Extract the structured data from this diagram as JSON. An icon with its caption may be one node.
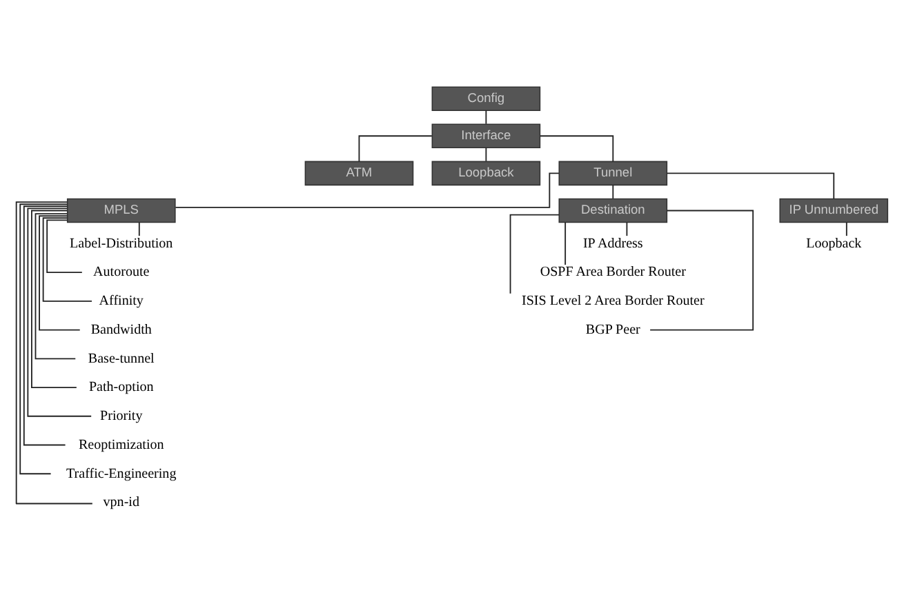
{
  "diagram": {
    "nodes": [
      {
        "text": [
          "Config"
        ]
      },
      {
        "text": [
          "Interface"
        ]
      },
      {
        "text": [
          "ATM"
        ]
      },
      {
        "text": [
          "Loopback"
        ]
      },
      {
        "text": [
          "Tunnel"
        ]
      },
      {
        "text": [
          "MPLS"
        ]
      },
      {
        "text": [
          "Destination"
        ]
      },
      {
        "text": [
          "IP Unnumbered"
        ]
      },
      {
        "text": [
          "Label-Distribution"
        ]
      },
      {
        "text": [
          "Autoroute"
        ]
      },
      {
        "text": [
          "Affinity"
        ]
      },
      {
        "text": [
          "Bandwidth"
        ]
      },
      {
        "text": [
          "Base-tunnel"
        ]
      },
      {
        "text": [
          "Path-option"
        ]
      },
      {
        "text": [
          "Priority"
        ]
      },
      {
        "text": [
          "Reoptimization"
        ]
      },
      {
        "text": [
          "Traffic-Engineering"
        ]
      },
      {
        "text": [
          "vpn-id"
        ]
      },
      {
        "text": [
          "IP Address"
        ]
      },
      {
        "text": [
          "OSPF Area Border Router"
        ]
      },
      {
        "text": [
          "ISIS Level 2 Area Border Router"
        ]
      },
      {
        "text": [
          "BGP Peer"
        ]
      },
      {
        "text": [
          "Loopback"
        ]
      }
    ],
    "edges": [
      {
        "from": 0,
        "to": 1,
        "arrow": "none"
      },
      {
        "from": 1,
        "to": 2,
        "arrow": "none"
      },
      {
        "from": 1,
        "to": 3,
        "arrow": "none"
      },
      {
        "from": 1,
        "to": 4,
        "arrow": "none"
      },
      {
        "from": 4,
        "to": 5,
        "arrow": "none"
      },
      {
        "from": 4,
        "to": 6,
        "arrow": "none"
      },
      {
        "from": 4,
        "to": 7,
        "arrow": "none"
      },
      {
        "from": 5,
        "to": 8,
        "arrow": "none"
      },
      {
        "from": 5,
        "to": 9,
        "arrow": "none"
      },
      {
        "from": 5,
        "to": 10,
        "arrow": "none"
      },
      {
        "from": 5,
        "to": 11,
        "arrow": "none"
      },
      {
        "from": 5,
        "to": 12,
        "arrow": "none"
      },
      {
        "from": 5,
        "to": 13,
        "arrow": "none"
      },
      {
        "from": 5,
        "to": 14,
        "arrow": "none"
      },
      {
        "from": 5,
        "to": 15,
        "arrow": "none"
      },
      {
        "from": 5,
        "to": 16,
        "arrow": "none"
      },
      {
        "from": 5,
        "to": 17,
        "arrow": "none"
      },
      {
        "from": 6,
        "to": 18,
        "arrow": "none"
      },
      {
        "from": 6,
        "to": 19,
        "arrow": "none"
      },
      {
        "from": 6,
        "to": 20,
        "arrow": "none"
      },
      {
        "from": 6,
        "to": 21,
        "arrow": "none"
      },
      {
        "from": 7,
        "to": 22,
        "arrow": "none"
      }
    ]
  }
}
